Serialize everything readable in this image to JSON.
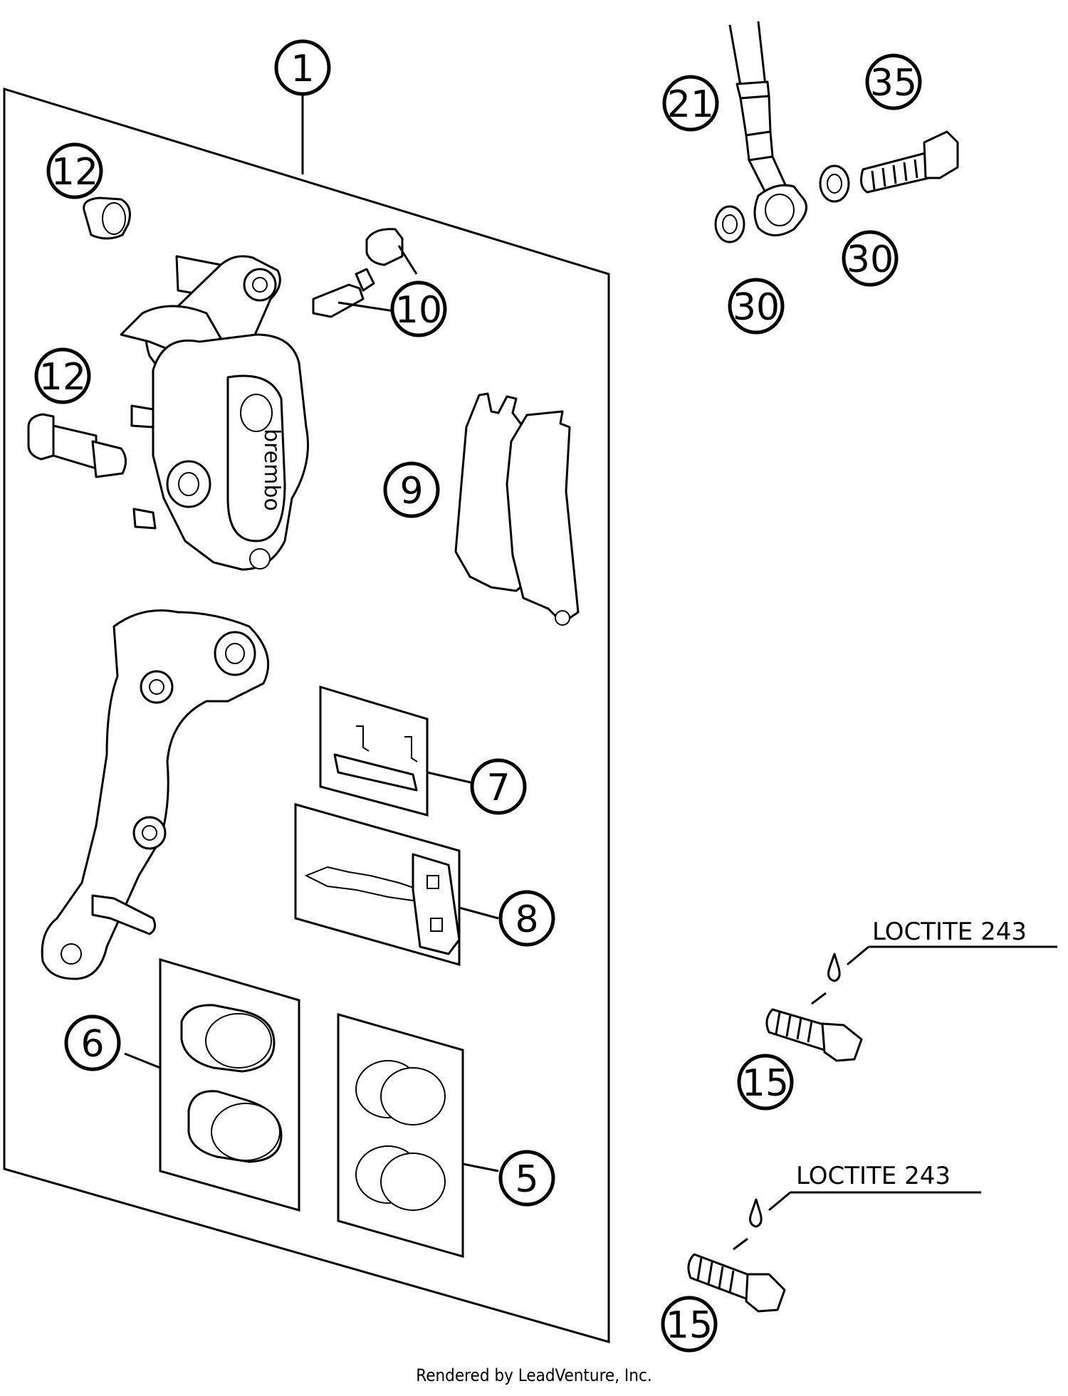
{
  "callouts": {
    "c1": "1",
    "c12a": "12",
    "c12b": "12",
    "c10": "10",
    "c9": "9",
    "c7": "7",
    "c8": "8",
    "c6": "6",
    "c5": "5",
    "c21": "21",
    "c35": "35",
    "c30a": "30",
    "c30b": "30",
    "c15a": "15",
    "c15b": "15"
  },
  "notes": {
    "loctite_a": "LOCTITE 243",
    "loctite_b": "LOCTITE 243"
  },
  "caliper_brand": "brembo",
  "footer": "Rendered by LeadVenture, Inc."
}
